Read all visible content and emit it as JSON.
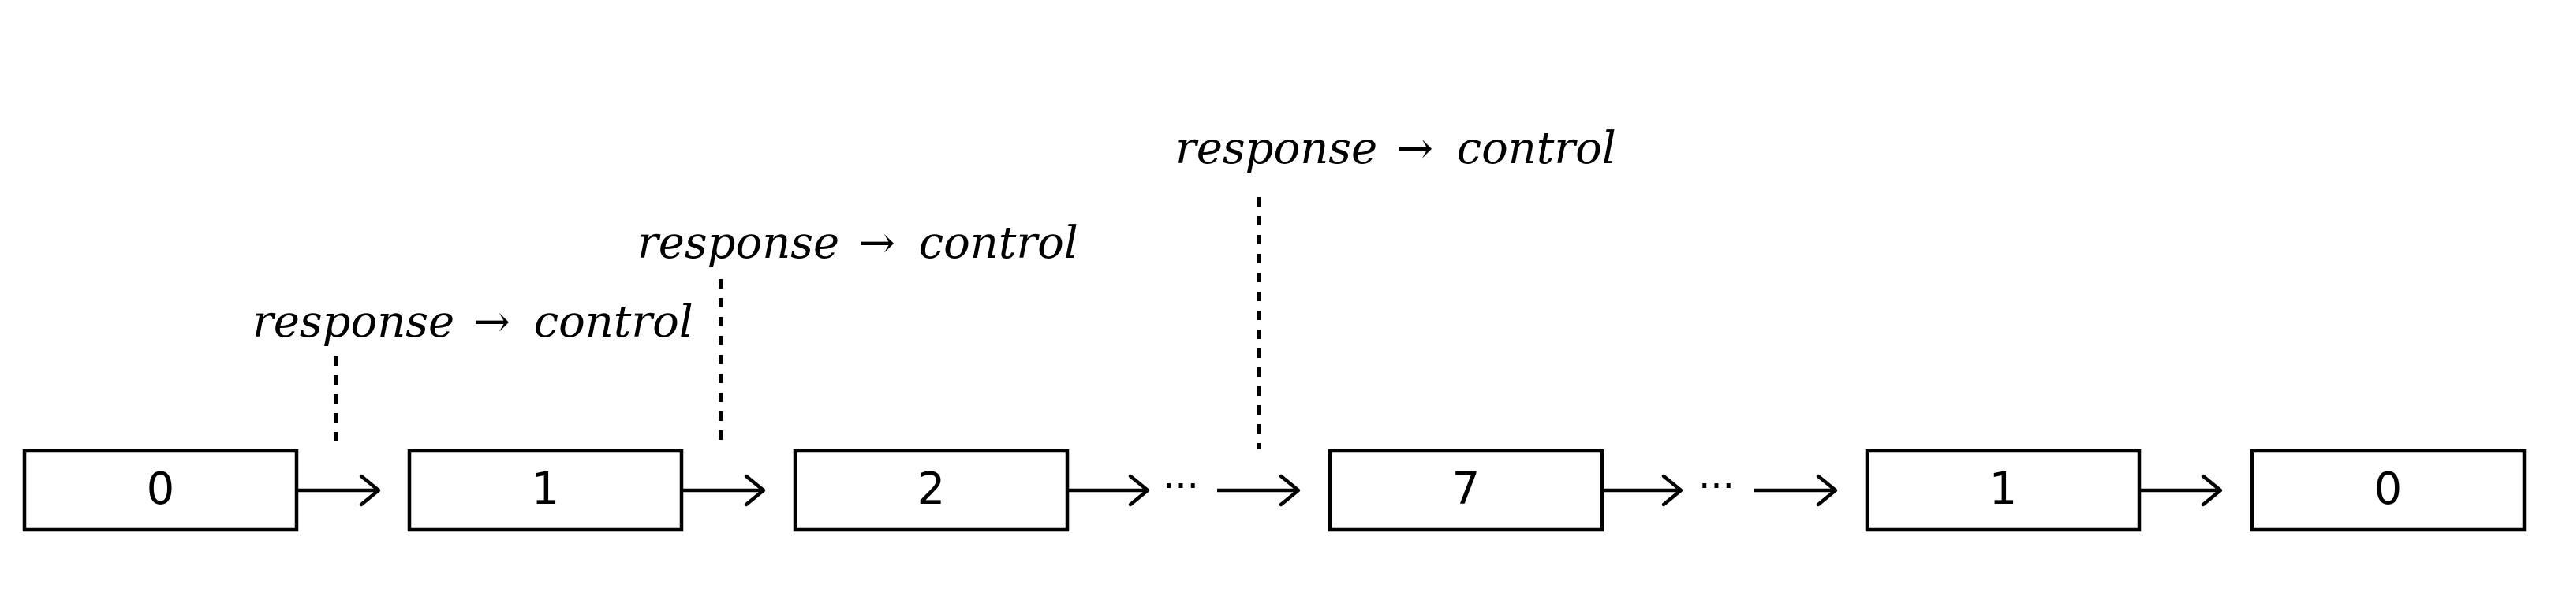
{
  "diagram": {
    "boxes": [
      {
        "label": "0"
      },
      {
        "label": "1"
      },
      {
        "label": "2"
      },
      {
        "label": "7"
      },
      {
        "label": "1"
      },
      {
        "label": "0"
      }
    ],
    "ellipsis": "···",
    "annotations": [
      {
        "left": "response",
        "arrow": "→",
        "right": "control"
      },
      {
        "left": "response",
        "arrow": "→",
        "right": "control"
      },
      {
        "left": "response",
        "arrow": "→",
        "right": "control"
      }
    ]
  }
}
